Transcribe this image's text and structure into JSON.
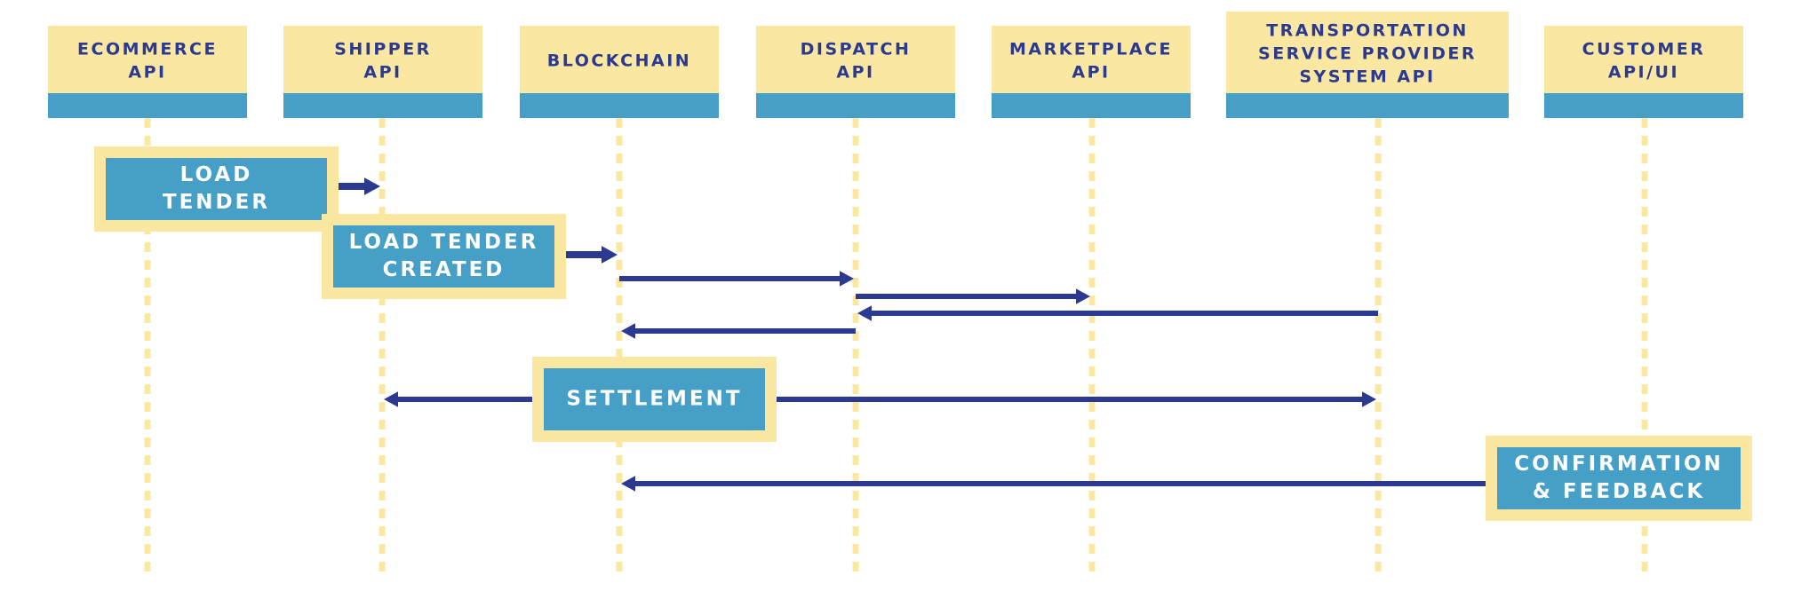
{
  "colors": {
    "header_fill": "#fae7a1",
    "header_band": "#459fc6",
    "lifeline": "#fae7a1",
    "arrow": "#2b3990",
    "box_outer": "#fae7a1",
    "box_inner": "#459fc6",
    "header_text": "#2b3990",
    "box_text": "#ffffff"
  },
  "participants": [
    {
      "id": "ecommerce",
      "lines": [
        "ECOMMERCE",
        "API"
      ]
    },
    {
      "id": "shipper",
      "lines": [
        "SHIPPER",
        "API"
      ]
    },
    {
      "id": "blockchain",
      "lines": [
        "BLOCKCHAIN"
      ]
    },
    {
      "id": "dispatch",
      "lines": [
        "DISPATCH",
        "API"
      ]
    },
    {
      "id": "marketplace",
      "lines": [
        "MARKETPLACE",
        "API"
      ]
    },
    {
      "id": "tsp",
      "lines": [
        "TRANSPORTATION",
        "SERVICE PROVIDER",
        "SYSTEM API"
      ]
    },
    {
      "id": "customer",
      "lines": [
        "CUSTOMER",
        "API/UI"
      ]
    }
  ],
  "messages": [
    {
      "id": "load-tender",
      "lines": [
        "LOAD",
        "TENDER"
      ]
    },
    {
      "id": "load-tender-created",
      "lines": [
        "LOAD TENDER",
        "CREATED"
      ]
    },
    {
      "id": "settlement",
      "lines": [
        "SETTLEMENT"
      ]
    },
    {
      "id": "confirmation-feedback",
      "lines": [
        "CONFIRMATION",
        "& FEEDBACK"
      ]
    }
  ],
  "arrows": [
    {
      "from": "ecommerce",
      "to": "shipper"
    },
    {
      "from": "shipper",
      "to": "blockchain"
    },
    {
      "from": "blockchain",
      "to": "dispatch"
    },
    {
      "from": "dispatch",
      "to": "marketplace"
    },
    {
      "from": "tsp",
      "to": "dispatch"
    },
    {
      "from": "dispatch",
      "to": "blockchain"
    },
    {
      "from": "blockchain",
      "to": "shipper"
    },
    {
      "from": "blockchain",
      "to": "tsp"
    },
    {
      "from": "customer",
      "to": "blockchain"
    }
  ]
}
